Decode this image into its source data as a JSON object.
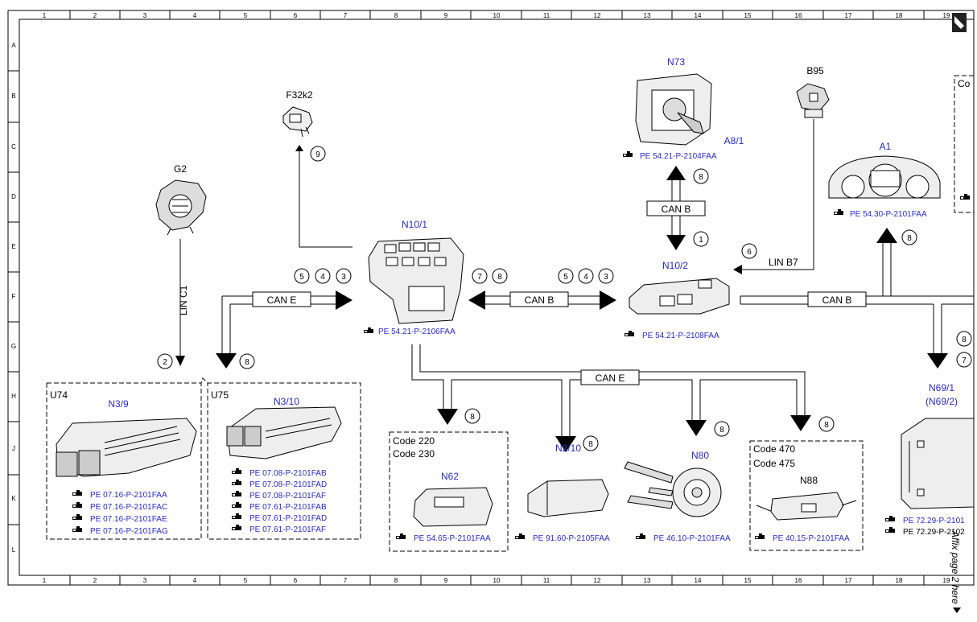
{
  "ruler": {
    "columns": [
      "1",
      "2",
      "3",
      "4",
      "5",
      "6",
      "7",
      "8",
      "9",
      "10",
      "11",
      "12",
      "13",
      "14",
      "15",
      "16",
      "17",
      "18",
      "19"
    ],
    "rows": [
      "A",
      "B",
      "C",
      "D",
      "E",
      "F",
      "G",
      "H",
      "J",
      "K",
      "L"
    ]
  },
  "components": {
    "F32k2": "F32k2",
    "G2": "G2",
    "N10_1": "N10/1",
    "N73": "N73",
    "A8_1": "A8/1",
    "B95": "B95",
    "A1": "A1",
    "N10_2": "N10/2",
    "N69_1": "N69/1",
    "N69_2": "(N69/2)",
    "U74": "U74",
    "N3_9": "N3/9",
    "U75": "U75",
    "N3_10": "N3/10",
    "N62": "N62",
    "N2_10": "N2/10",
    "N80": "N80",
    "N88": "N88"
  },
  "buses": {
    "can_e_1": "CAN E",
    "can_b_1": "CAN B",
    "can_b_2": "CAN B",
    "can_b_3": "CAN B",
    "can_e_2": "CAN E",
    "lin_c1": "LIN C1",
    "lin_b7": "LIN B7"
  },
  "codes": {
    "n62_code1": "Code 220",
    "n62_code2": "Code 230",
    "n88_code1": "Code 470",
    "n88_code2": "Code 475",
    "a1_code_partial": "Co"
  },
  "refs": {
    "n73": "PE 54.21-P-2104FAA",
    "a1": "PE 54.30-P-2101FAA",
    "n10_1": "PE 54.21-P-2106FAA",
    "n10_2": "PE 54.21-P-2108FAA",
    "n3_9": [
      "PE 07.16-P-2101FAA",
      "PE 07.16-P-2101FAC",
      "PE 07.16-P-2101FAE",
      "PE 07.16-P-2101FAG"
    ],
    "n3_10": [
      "PE 07.08-P-2101FAB",
      "PE 07.08-P-2101FAD",
      "PE 07.08-P-2101FAF",
      "PE 07.61-P-2101FAB",
      "PE 07.61-P-2101FAD",
      "PE 07.61-P-2101FAF"
    ],
    "n62": "PE 54.65-P-2101FAA",
    "n2_10": "PE 91.60-P-2105FAA",
    "n80": "PE 46.10-P-2101FAA",
    "n88": "PE 40.15-P-2101FAA",
    "n69_a": "PE 72.29-P-2101",
    "n69_b": "PE 72.29-P-2102"
  },
  "circles": {
    "c9": "9",
    "c8_n73": "8",
    "c1": "1",
    "c5a": "5",
    "c4a": "4",
    "c3a": "3",
    "c7": "7",
    "c8b": "8",
    "c5b": "5",
    "c4b": "4",
    "c3b": "3",
    "c6": "6",
    "c8_a1": "8",
    "c2": "2",
    "c8_u75": "8",
    "c8_n62": "8",
    "c8_n210": "8",
    "c8_n80": "8",
    "c8_n88": "8",
    "c8_n69": "8",
    "c7_n69": "7"
  },
  "side_note": "Affix page 2 here",
  "colors": {
    "link_blue": "#2a2acb",
    "line": "#000000"
  }
}
